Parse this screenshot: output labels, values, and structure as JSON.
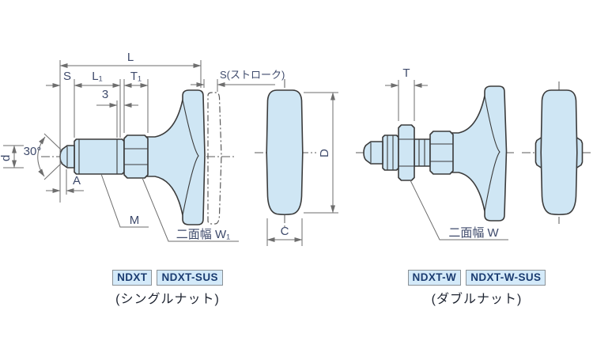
{
  "colors": {
    "part_fill": "#cfe6f4",
    "outline": "#3b3b3b",
    "dim": "#6e6e6e",
    "dim_text": "#3e4a6b",
    "centerline": "#5a5a5a",
    "badge_bg": "#d4eaf9",
    "badge_border": "#8b9297",
    "badge_text": "#1b3c71",
    "caption_text": "#1d2330"
  },
  "left_view": {
    "dims": {
      "L": "L",
      "S": "S",
      "L1": "L₁",
      "three": "3",
      "T1": "T₁",
      "stroke": "S(ストローク)",
      "d": "d",
      "angle": "30°",
      "A": "A",
      "M": "M",
      "W1": "二面幅 W₁",
      "C": "C",
      "D": "D"
    },
    "badges": {
      "model": "NDXT",
      "model_sus": "NDXT-SUS"
    },
    "caption": "(シングルナット)"
  },
  "right_view": {
    "dims": {
      "T": "T",
      "W": "二面幅 W"
    },
    "badges": {
      "model": "NDXT-W",
      "model_sus": "NDXT-W-SUS"
    },
    "caption": "(ダブルナット)"
  }
}
